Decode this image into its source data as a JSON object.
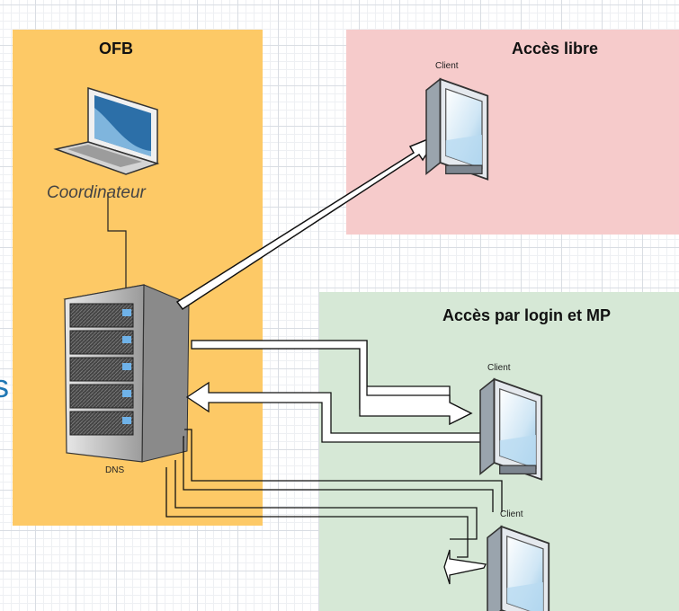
{
  "zones": {
    "ofb": {
      "title": "OFB",
      "color": "#fdc966"
    },
    "libre": {
      "title": "Accès libre",
      "color": "#f6cbcb"
    },
    "login": {
      "title": "Accès par login et MP",
      "color": "#d6e8d6"
    }
  },
  "nodes": {
    "laptop": {
      "label": "Coordinateur"
    },
    "server": {
      "label": "DNS"
    },
    "client_libre": {
      "label": "Client"
    },
    "client_login_1": {
      "label": "Client"
    },
    "client_login_2": {
      "label": "Client"
    }
  },
  "edge_text": "s",
  "colors": {
    "arrow_stroke": "#111111",
    "arrow_fill": "#ffffff",
    "accent_text": "#1f77b4"
  }
}
